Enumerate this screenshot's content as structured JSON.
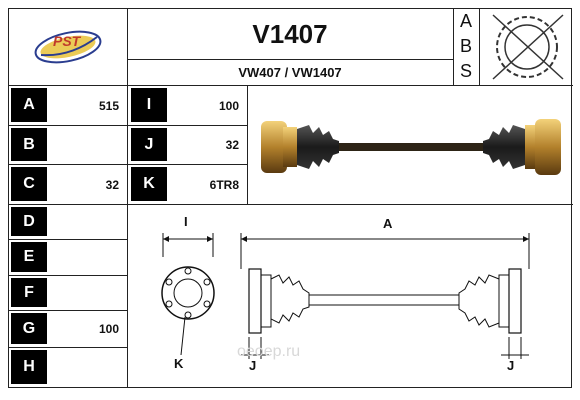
{
  "header": {
    "part_number": "V1407",
    "references": "VW407 / VW1407",
    "abs_letters": [
      "A",
      "B",
      "S"
    ],
    "logo_text": "PST"
  },
  "rows_left": [
    {
      "letter": "A",
      "value": "515"
    },
    {
      "letter": "B",
      "value": ""
    },
    {
      "letter": "C",
      "value": "32"
    },
    {
      "letter": "D",
      "value": ""
    },
    {
      "letter": "E",
      "value": ""
    },
    {
      "letter": "F",
      "value": ""
    },
    {
      "letter": "G",
      "value": "100"
    },
    {
      "letter": "H",
      "value": ""
    }
  ],
  "rows_right": [
    {
      "letter": "I",
      "value": "100"
    },
    {
      "letter": "J",
      "value": "32"
    },
    {
      "letter": "K",
      "value": "6TR8"
    }
  ],
  "diagram": {
    "label_i": "I",
    "label_a": "A",
    "label_k": "K",
    "label_j_left": "J",
    "label_j_right": "J"
  },
  "watermark": "oeoep.ru"
}
